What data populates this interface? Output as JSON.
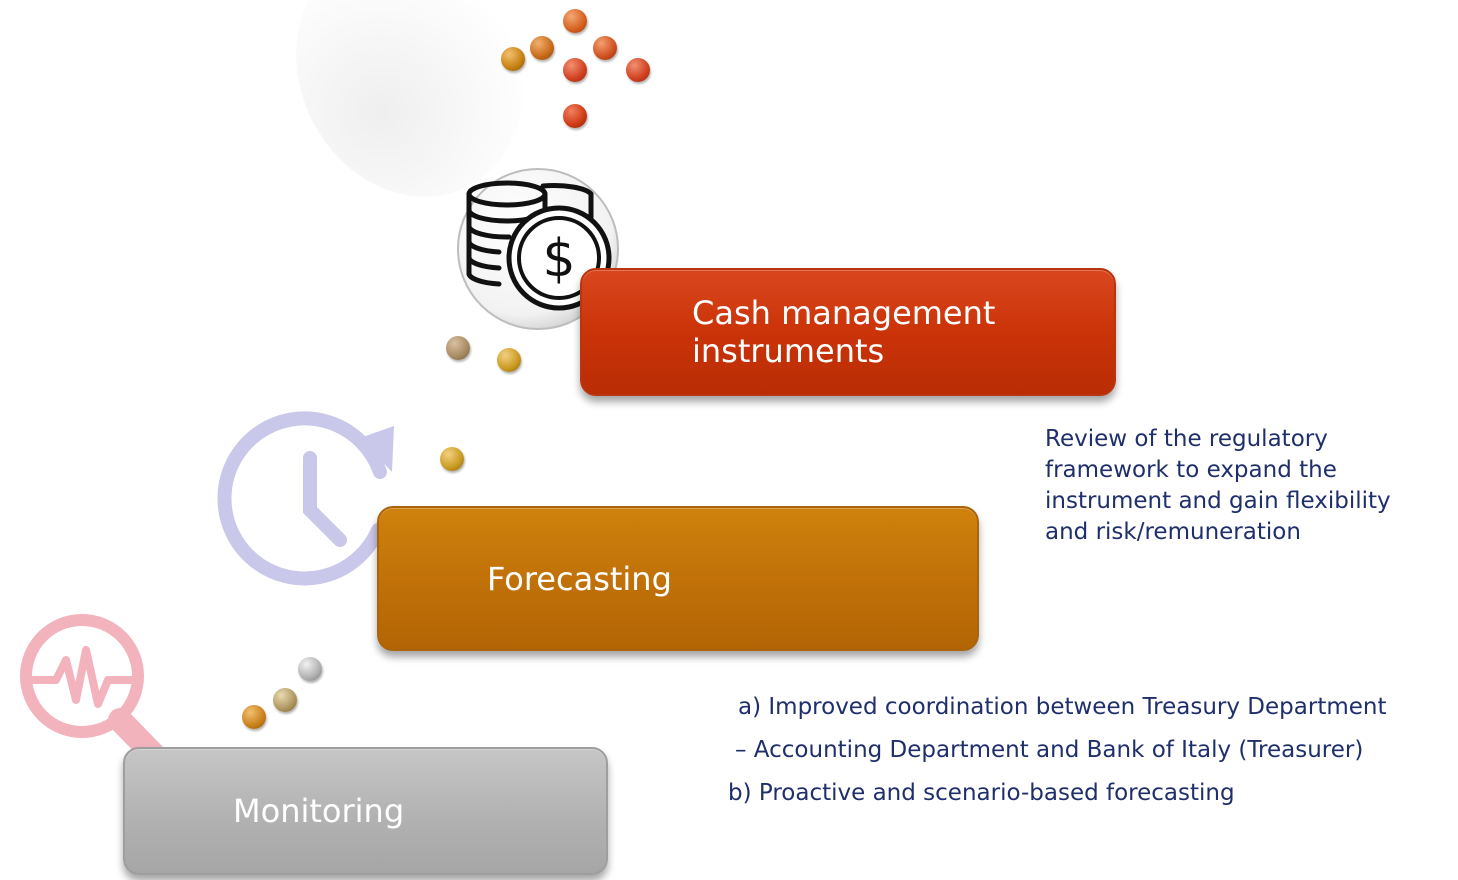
{
  "steps": [
    {
      "label": "Cash management instruments"
    },
    {
      "label": "Forecasting"
    },
    {
      "label": "Monitoring"
    }
  ],
  "notes": {
    "regulatory": "Review of the regulatory framework to expand the instrument and gain flexibility and risk/remuneration",
    "coordination": [
      "a) Improved coordination between Treasury Department",
      "– Accounting Department and Bank of Italy (Treasurer)",
      "b) Proactive and scenario-based forecasting"
    ]
  },
  "icons": {
    "cash": "coins-dollar-icon",
    "forecast": "clock-refresh-icon",
    "monitor": "magnifier-pulse-icon"
  },
  "colors": {
    "cash": "#cb3308",
    "forecast": "#c07008",
    "monitor": "#b2b2b2",
    "note_text": "#1f2f6b"
  }
}
